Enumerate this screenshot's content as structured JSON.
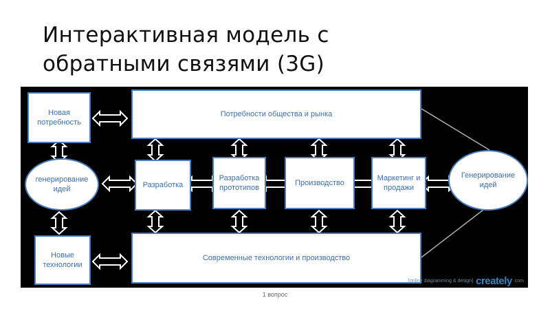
{
  "slide": {
    "title_line1": "Интерактивная модель с",
    "title_line2": "обратными связями (3G)",
    "footer_note": "1 вопрос"
  },
  "diagram": {
    "nodes": {
      "new_need": "Новая потребность",
      "society_market_needs": "Потребности общества и рынка",
      "idea_generation_left": "генерирование идей",
      "development": "Разработка",
      "prototype_development": "Разработка прототипов",
      "production": "Производство",
      "marketing_sales": "Маркетинг и продажи",
      "idea_generation_right": "Генерирование идей",
      "new_technologies": "Новые технологии",
      "modern_tech_production": "Современные технологии и производство"
    },
    "watermark": {
      "caption": "[online diagramming & design]",
      "logo": "creately",
      "suffix": "com"
    },
    "colors": {
      "background": "#000000",
      "box_fill": "#ffffff",
      "box_border": "#4a7fbf",
      "text": "#3c6eaa",
      "connector": "#b0b0b0"
    }
  }
}
